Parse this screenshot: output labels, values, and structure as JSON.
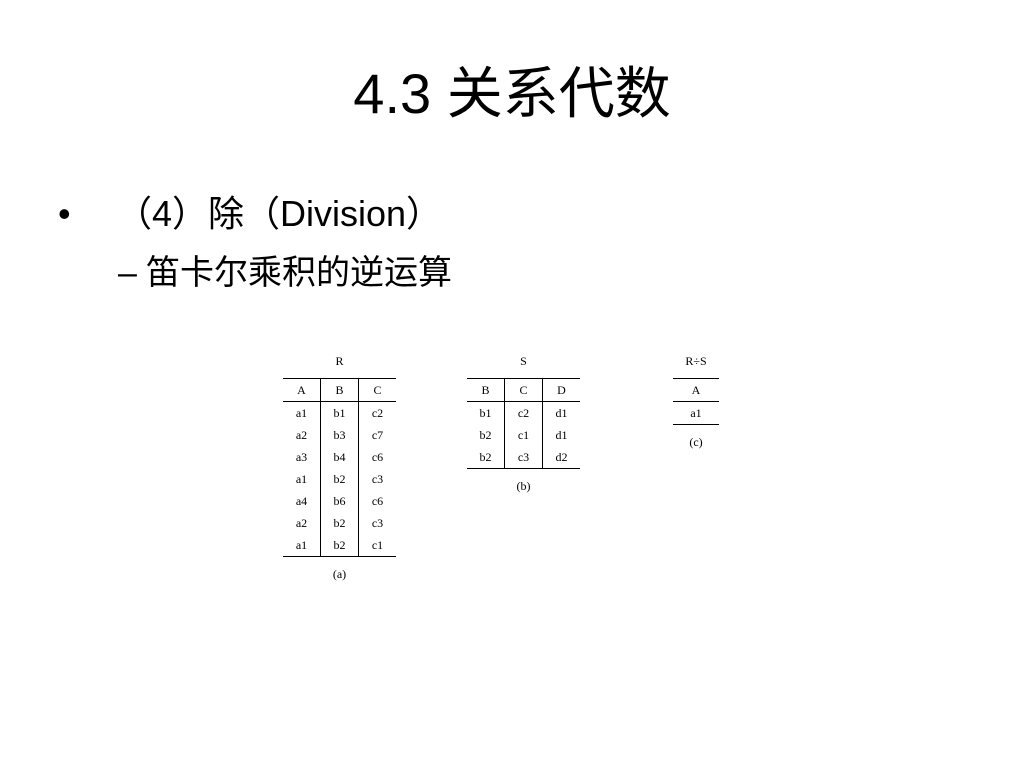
{
  "slide": {
    "title": "4.3 关系代数",
    "bullet": {
      "marker": "•",
      "text": "（4）除（Division）"
    },
    "sub_bullet": {
      "marker": "–",
      "text": "笛卡尔乘积的逆运算"
    }
  },
  "relations": [
    {
      "name": "R",
      "caption": "(a)",
      "columns": [
        "A",
        "B",
        "C"
      ],
      "rows": [
        [
          "a1",
          "b1",
          "c2"
        ],
        [
          "a2",
          "b3",
          "c7"
        ],
        [
          "a3",
          "b4",
          "c6"
        ],
        [
          "a1",
          "b2",
          "c3"
        ],
        [
          "a4",
          "b6",
          "c6"
        ],
        [
          "a2",
          "b2",
          "c3"
        ],
        [
          "a1",
          "b2",
          "c1"
        ]
      ]
    },
    {
      "name": "S",
      "caption": "(b)",
      "columns": [
        "B",
        "C",
        "D"
      ],
      "rows": [
        [
          "b1",
          "c2",
          "d1"
        ],
        [
          "b2",
          "c1",
          "d1"
        ],
        [
          "b2",
          "c3",
          "d2"
        ]
      ]
    },
    {
      "name": "R÷S",
      "caption": "(c)",
      "columns": [
        "A"
      ],
      "rows": [
        [
          "a1"
        ]
      ]
    }
  ]
}
